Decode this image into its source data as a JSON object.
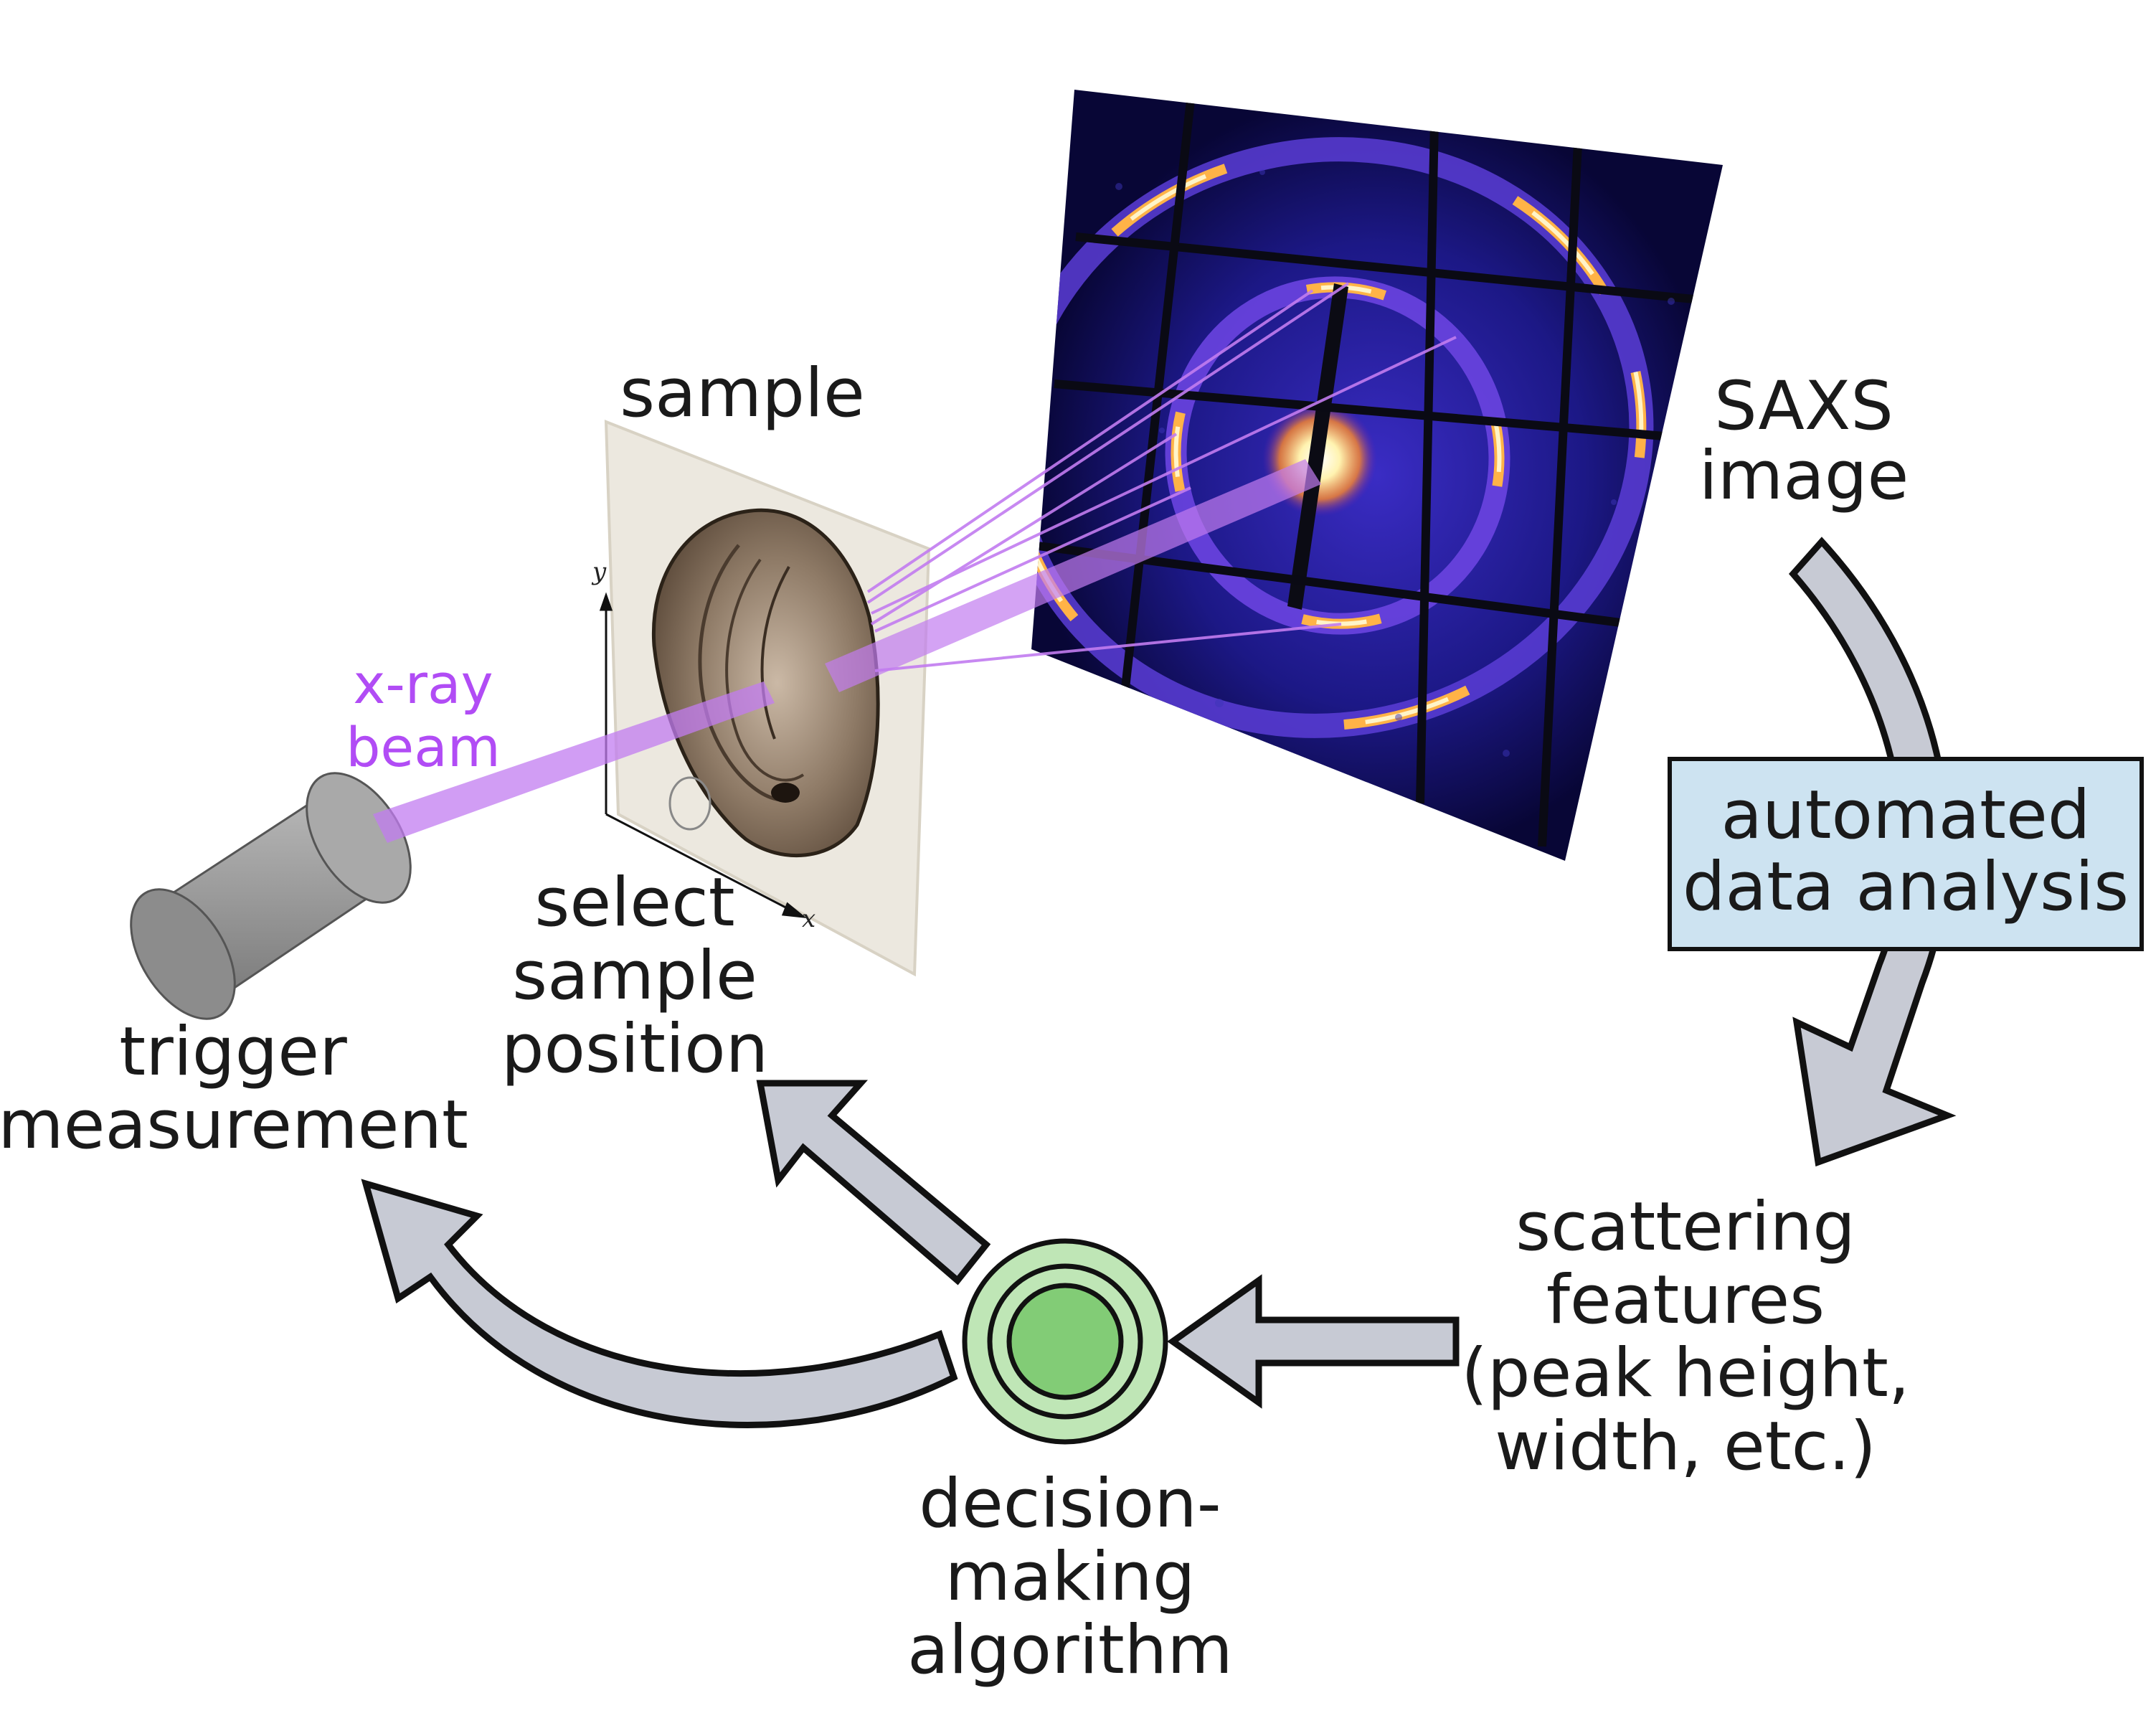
{
  "labels": {
    "sample": "sample",
    "saxs_line1": "SAXS",
    "saxs_line2": "image",
    "beam_line1": "x-ray",
    "beam_line2": "beam",
    "select_line1": "select",
    "select_line2": "sample",
    "select_line3": "position",
    "trigger_line1": "trigger",
    "trigger_line2": "measurement",
    "analysis_line1": "automated",
    "analysis_line2": "data analysis",
    "features_line1": "scattering",
    "features_line2": "features",
    "features_line3": "(peak height,",
    "features_line4": "width, etc.)",
    "decision_line1": "decision-",
    "decision_line2": "making",
    "decision_line3": "algorithm",
    "axis_x": "x",
    "axis_y": "y"
  },
  "colors": {
    "beam": "#c27cf0",
    "beam_label": "#b14cf5",
    "arrow_fill": "#c7cad4",
    "arrow_stroke": "#111111",
    "analysis_box": "#cde3f1",
    "decision_outer": "#bfe6b6",
    "decision_inner": "#82cc76",
    "detector_bg": "#0c0a4e",
    "ring": "#ffd58a"
  }
}
